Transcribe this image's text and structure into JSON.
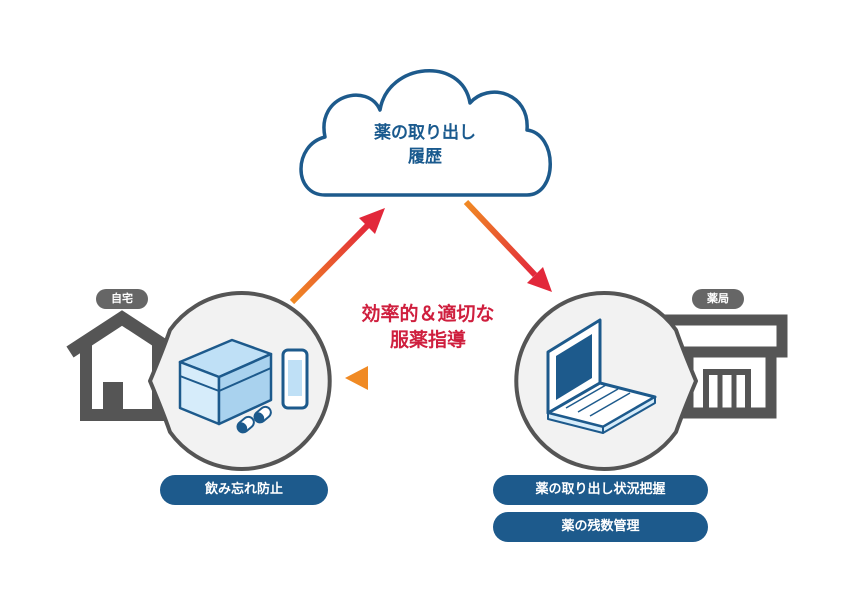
{
  "cloud": {
    "line1": "薬の取り出し",
    "line2": "履歴"
  },
  "center": {
    "line1": "効率的＆適切な",
    "line2": "服薬指導"
  },
  "home": {
    "tag": "自宅",
    "feature": "飲み忘れ防止"
  },
  "pharmacy": {
    "tag": "薬局",
    "features": [
      "薬の取り出し状況把握",
      "薬の残数管理"
    ]
  },
  "colors": {
    "primary_blue": "#1d5a8c",
    "cloud_text": "#1a5a8e",
    "accent_red": "#cf1f3e",
    "arrow_orange": "#ef7d22",
    "arrow_red": "#e2283a",
    "tag_gray": "#666666"
  }
}
